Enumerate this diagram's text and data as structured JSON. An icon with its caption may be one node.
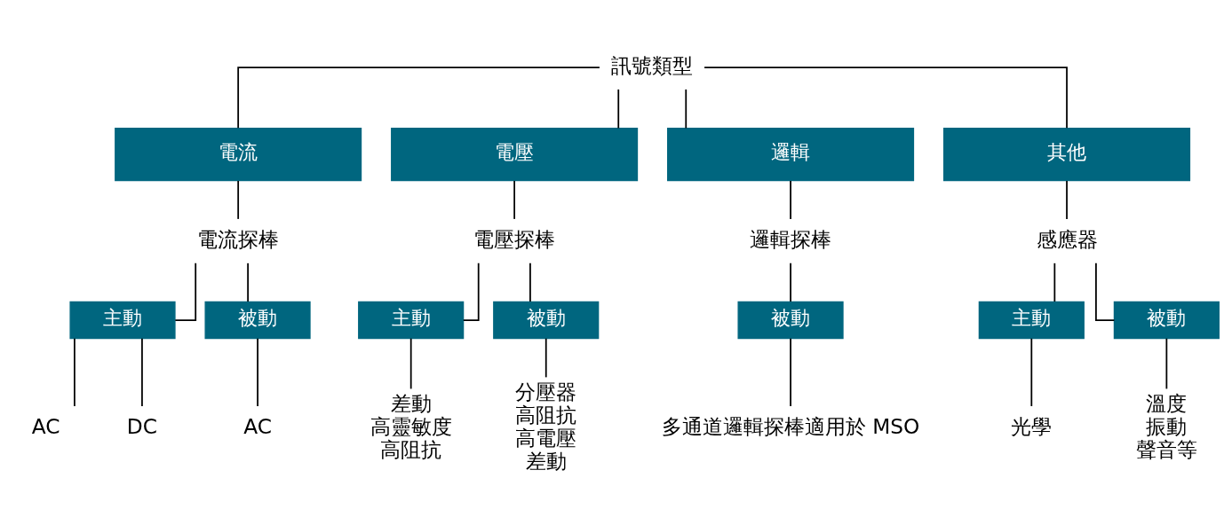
{
  "diagram": {
    "nodes": [
      {
        "text": [
          "訊號類型"
        ]
      },
      {
        "text": [
          "電流"
        ]
      },
      {
        "text": [
          "電壓"
        ]
      },
      {
        "text": [
          "邏輯"
        ]
      },
      {
        "text": [
          "其他"
        ]
      },
      {
        "text": [
          "電流探棒"
        ]
      },
      {
        "text": [
          "電壓探棒"
        ]
      },
      {
        "text": [
          "邏輯探棒"
        ]
      },
      {
        "text": [
          "感應器"
        ]
      },
      {
        "text": [
          "主動"
        ]
      },
      {
        "text": [
          "被動"
        ]
      },
      {
        "text": [
          "主動"
        ]
      },
      {
        "text": [
          "被動"
        ]
      },
      {
        "text": [
          "被動"
        ]
      },
      {
        "text": [
          "主動"
        ]
      },
      {
        "text": [
          "被動"
        ]
      },
      {
        "text": [
          "AC"
        ]
      },
      {
        "text": [
          "DC"
        ]
      },
      {
        "text": [
          "AC"
        ]
      },
      {
        "text": [
          "差動",
          "高靈敏度",
          "高阻抗"
        ]
      },
      {
        "text": [
          "分壓器",
          "高阻抗",
          "高電壓",
          "差動"
        ]
      },
      {
        "text": [
          "多通道邏輯探棒適用於 MSO"
        ]
      },
      {
        "text": [
          "光學"
        ]
      },
      {
        "text": [
          "溫度",
          "振動",
          "聲音等"
        ]
      }
    ],
    "edges": [
      {
        "from": 0,
        "to": 1,
        "arrow": "none"
      },
      {
        "from": 0,
        "to": 2,
        "arrow": "none"
      },
      {
        "from": 0,
        "to": 3,
        "arrow": "none"
      },
      {
        "from": 0,
        "to": 4,
        "arrow": "none"
      },
      {
        "from": 1,
        "to": 5,
        "arrow": "none"
      },
      {
        "from": 2,
        "to": 6,
        "arrow": "none"
      },
      {
        "from": 3,
        "to": 7,
        "arrow": "none"
      },
      {
        "from": 4,
        "to": 8,
        "arrow": "none"
      },
      {
        "from": 5,
        "to": 9,
        "arrow": "none"
      },
      {
        "from": 5,
        "to": 10,
        "arrow": "none"
      },
      {
        "from": 6,
        "to": 11,
        "arrow": "none"
      },
      {
        "from": 6,
        "to": 12,
        "arrow": "none"
      },
      {
        "from": 7,
        "to": 13,
        "arrow": "none"
      },
      {
        "from": 8,
        "to": 14,
        "arrow": "none"
      },
      {
        "from": 8,
        "to": 15,
        "arrow": "none"
      },
      {
        "from": 9,
        "to": 16,
        "arrow": "none"
      },
      {
        "from": 9,
        "to": 17,
        "arrow": "none"
      },
      {
        "from": 10,
        "to": 18,
        "arrow": "none"
      },
      {
        "from": 11,
        "to": 19,
        "arrow": "none"
      },
      {
        "from": 12,
        "to": 20,
        "arrow": "none"
      },
      {
        "from": 13,
        "to": 21,
        "arrow": "none"
      },
      {
        "from": 14,
        "to": 22,
        "arrow": "none"
      },
      {
        "from": 15,
        "to": 23,
        "arrow": "none"
      }
    ]
  }
}
